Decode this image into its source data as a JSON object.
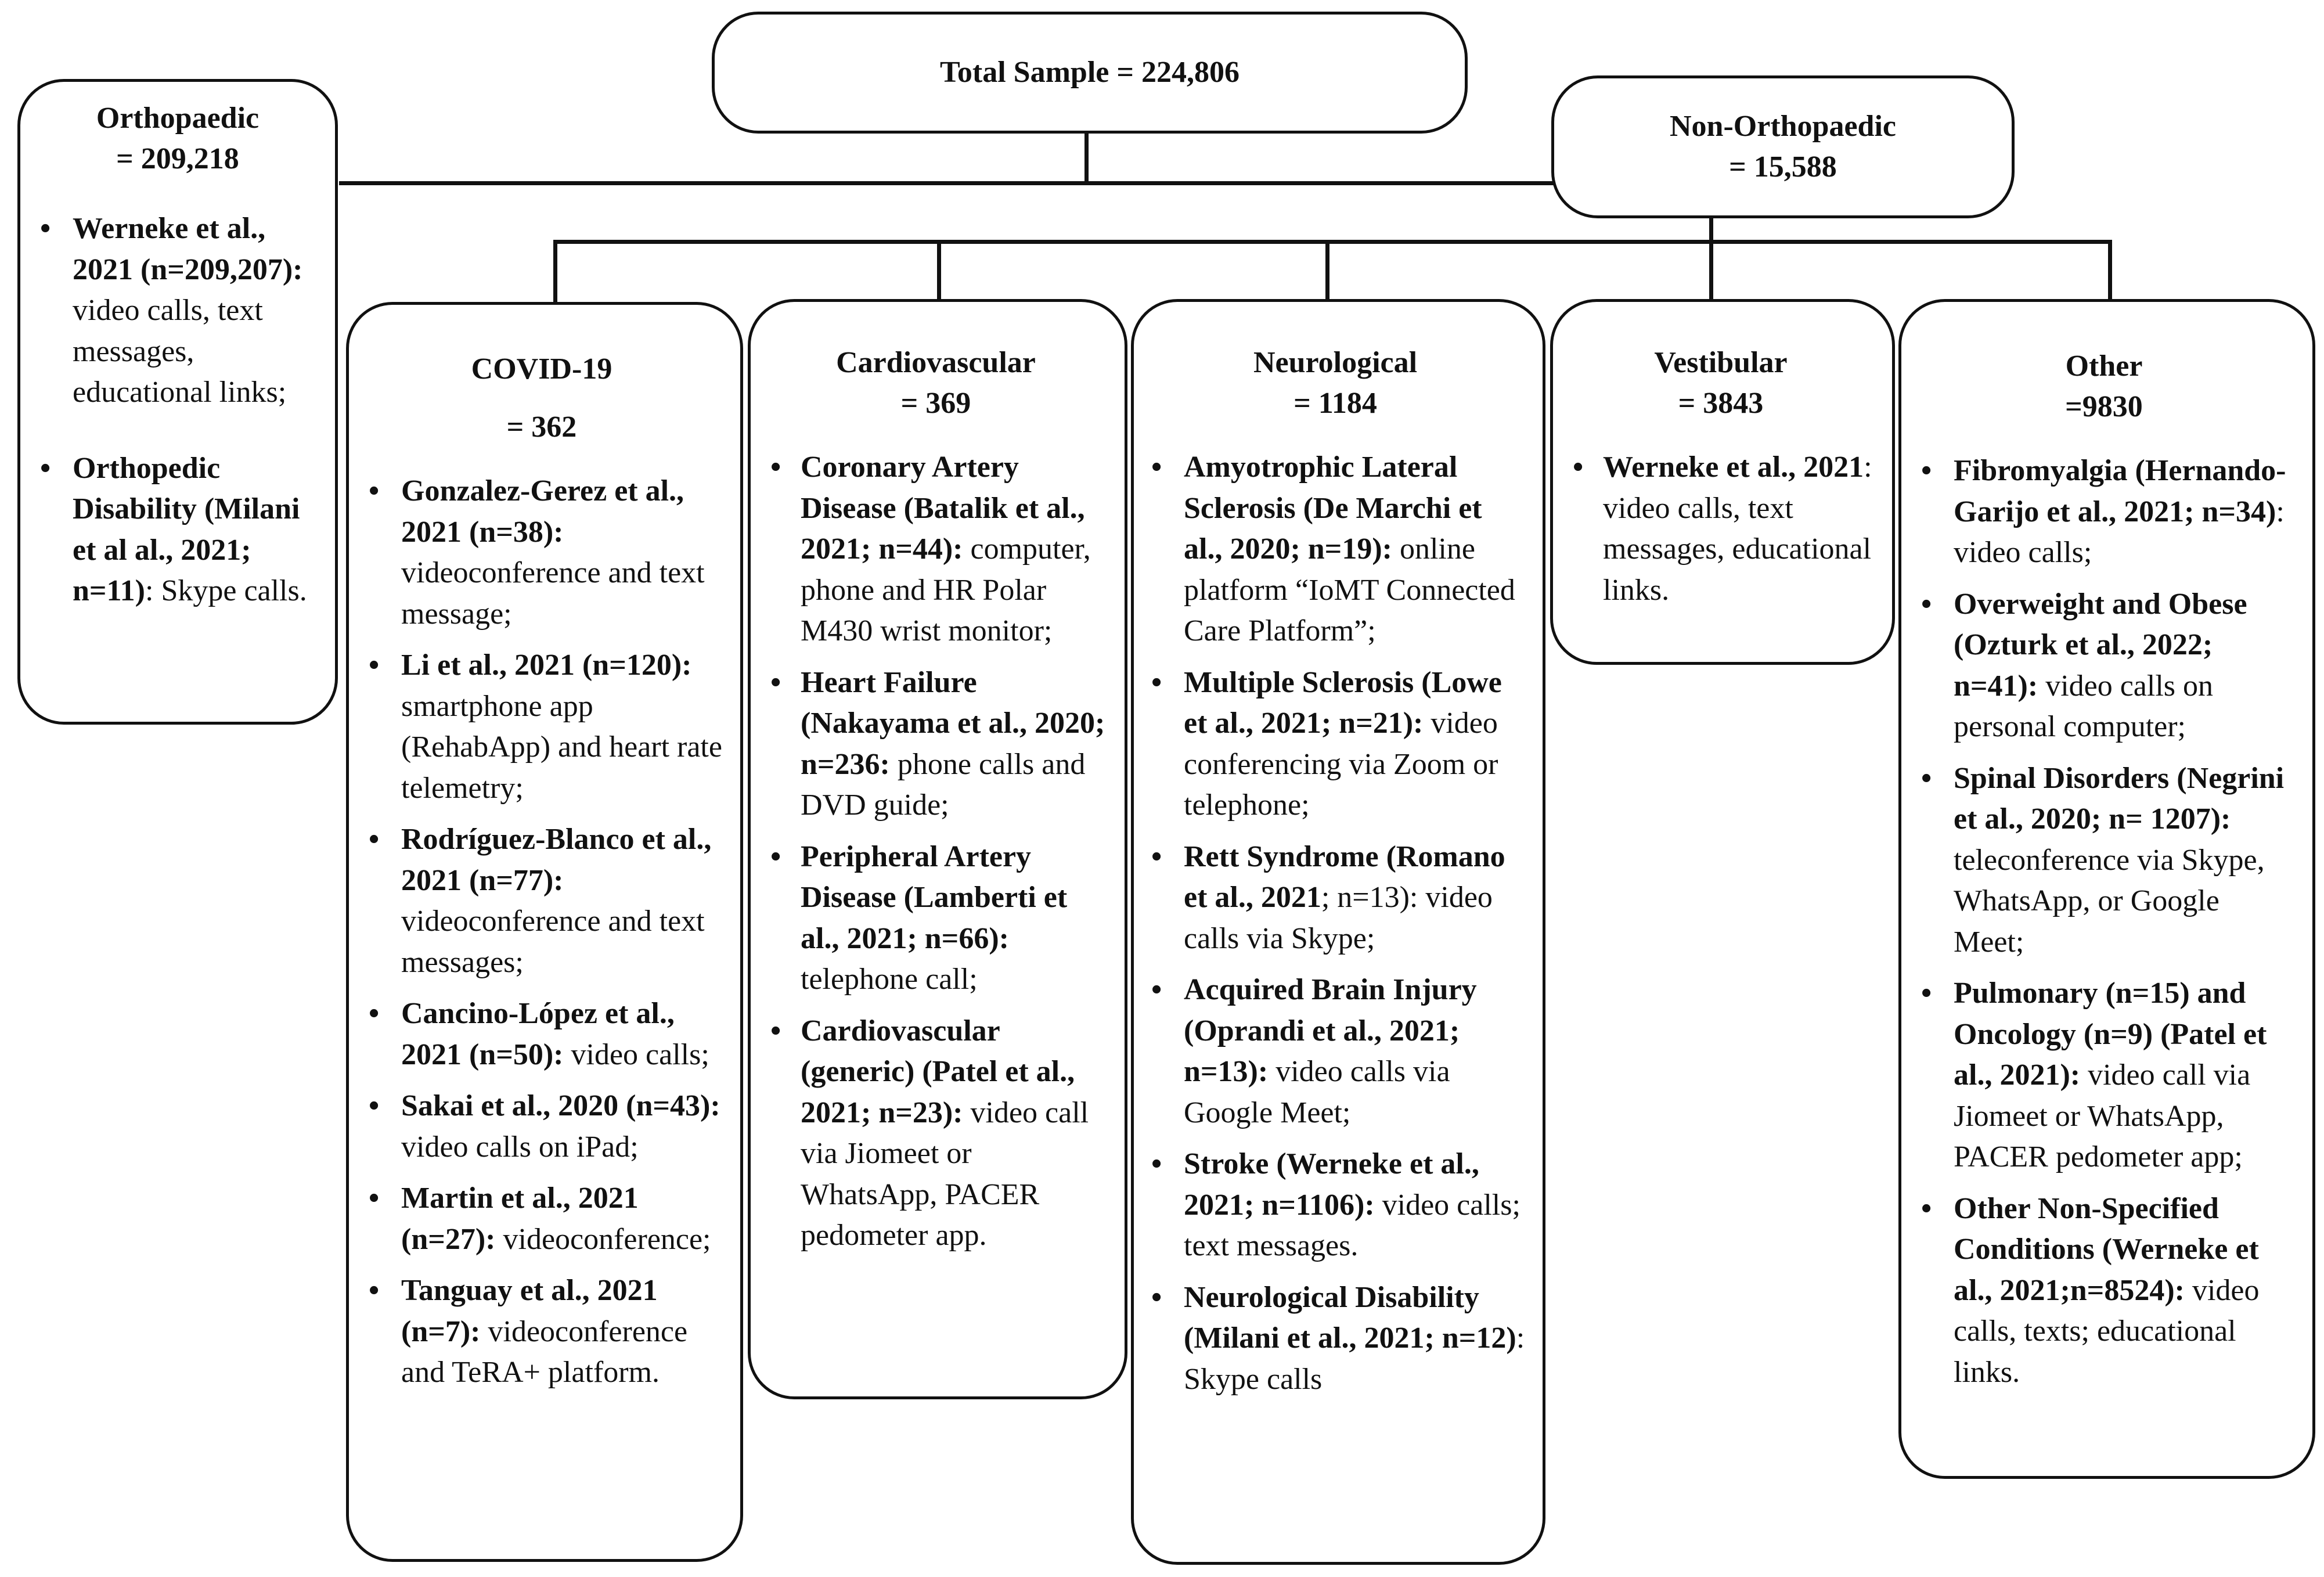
{
  "total": {
    "label": "Total Sample = 224,806"
  },
  "orthopaedic": {
    "title": "Orthopaedic",
    "count": "= 209,218",
    "items": [
      {
        "bold": "Werneke et al., 2021 (n=209,207):",
        "text": " video calls, text messages, educational links;"
      },
      {
        "bold": "Orthopedic Disability (Milani et al al., 2021; n=11)",
        "text": ": Skype calls."
      }
    ]
  },
  "non_orthopaedic": {
    "title": "Non-Orthopaedic",
    "count": "= 15,588"
  },
  "covid": {
    "title": "COVID-19",
    "count": "= 362",
    "items": [
      {
        "bold": "Gonzalez-Gerez et al., 2021 (n=38):",
        "text": " videoconference and text message;"
      },
      {
        "bold": "Li et al., 2021 (n=120):",
        "text": " smartphone app (RehabApp) and heart rate telemetry;"
      },
      {
        "bold": "Rodríguez-Blanco et al., 2021 (n=77):",
        "text": " videoconference and text messages;"
      },
      {
        "bold": "Cancino-López et al., 2021 (n=50):",
        "text": " video calls;"
      },
      {
        "bold": "Sakai et al., 2020 (n=43):",
        "text": " video calls on iPad;"
      },
      {
        "bold": "Martin et al., 2021 (n=27):",
        "text": " videoconference;"
      },
      {
        "bold": "Tanguay et al., 2021 (n=7):",
        "text": " videoconference and  TeRA+ platform."
      }
    ]
  },
  "cardio": {
    "title": "Cardiovascular",
    "count": "= 369",
    "items": [
      {
        "bold": "Coronary Artery Disease (Batalik et al., 2021; n=44):",
        "text": " computer, phone and HR Polar M430 wrist monitor;"
      },
      {
        "bold": "Heart Failure (Nakayama et al., 2020; n=236:",
        "text": " phone calls and DVD guide;"
      },
      {
        "bold": "Peripheral Artery Disease (Lamberti et al., 2021; n=66):",
        "text": " telephone call;"
      },
      {
        "bold": "Cardiovascular (generic) (Patel et al., 2021; n=23):",
        "text": " video call via  Jiomeet or WhatsApp, PACER pedometer app."
      }
    ]
  },
  "neuro": {
    "title": "Neurological",
    "count": "= 1184",
    "items": [
      {
        "bold": "Amyotrophic Lateral Sclerosis (De Marchi et al., 2020; n=19):",
        "text": " online platform “IoMT Connected Care Platform”;"
      },
      {
        "bold": "Multiple Sclerosis (Lowe et al., 2021; n=21):",
        "text": " video conferencing via Zoom or telephone;"
      },
      {
        "bold": "Rett Syndrome (Romano et al., 2021",
        "text": "; n=13): video calls via Skype;"
      },
      {
        "bold": "Acquired Brain Injury (Oprandi et al., 2021; n=13):",
        "text": " video calls via Google Meet;"
      },
      {
        "bold": "Stroke (Werneke et al., 2021; n=1106):",
        "text": " video calls; text messages."
      },
      {
        "bold": "Neurological Disability (Milani et al., 2021; n=12)",
        "text": ": Skype calls"
      }
    ]
  },
  "vestibular": {
    "title": "Vestibular",
    "count": "= 3843",
    "items": [
      {
        "bold": "Werneke et al., 2021",
        "text": ": video calls, text messages, educational links."
      }
    ]
  },
  "other": {
    "title": "Other",
    "count": "=9830",
    "items": [
      {
        "bold": "Fibromyalgia (Hernando-Garijo et al., 2021; n=34)",
        "text": ": video calls;"
      },
      {
        "bold": "Overweight and Obese (Ozturk et al., 2022; n=41):",
        "text": " video calls on personal computer;"
      },
      {
        "bold": "Spinal Disorders (Negrini et al., 2020; n= 1207):",
        "text": " teleconference via Skype, WhatsApp, or Google Meet;"
      },
      {
        "bold": "Pulmonary (n=15) and Oncology (n=9) (Patel et al., 2021):",
        "text": "  video call via Jiomeet  or WhatsApp, PACER pedometer app;"
      },
      {
        "bold": "Other Non-Specified Conditions (Werneke et al., 2021;n=8524):",
        "text": " video calls, texts; educational links."
      }
    ]
  },
  "bullet_char": "•"
}
